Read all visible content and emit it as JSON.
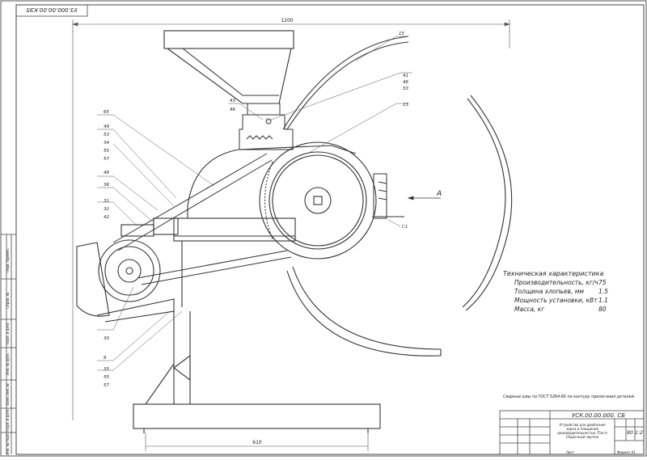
{
  "stamp_code": "УЗ.000.00.00.КЭ5",
  "dim_width": "1200",
  "dim_base": "610",
  "view_label": "А",
  "callouts_left": [
    "65",
    "49",
    "53",
    "34",
    "55",
    "57",
    "48",
    "36",
    "31",
    "32",
    "42",
    "30",
    "9",
    "35",
    "55",
    "57"
  ],
  "callouts_top": [
    "43",
    "46",
    "41",
    "46",
    "53",
    "15",
    "13",
    "С1"
  ],
  "specs": {
    "title": "Техническая характеристика",
    "rows": [
      {
        "label": "Производительность, кг/ч",
        "value": "75"
      },
      {
        "label": "Толщина хлопьев, мм",
        "value": "1.5"
      },
      {
        "label": "Мощность установки, кВт",
        "value": "1.1"
      },
      {
        "label": "Масса, кг",
        "value": "80"
      }
    ]
  },
  "weld_note": "Сварные швы по ГОСТ 5264-80 по контуру прилегания деталей.",
  "title_block": {
    "designation": "УСК.00.00.000. СБ",
    "name_lines": [
      "Устройство для дробления",
      "зерна и плющения",
      "производительностью 75кг/ч",
      "Сборочный чертеж"
    ],
    "mass": "80",
    "scale": "1:2",
    "sheet_label": "Лист",
    "format": "Формат А1"
  },
  "sidebar_labels": [
    "Перв. примен.",
    "Справ. №",
    "Подп. и дата",
    "Инв. № дубл.",
    "Взам. инв. №",
    "Подп. и дата",
    "Инв. № подл."
  ]
}
